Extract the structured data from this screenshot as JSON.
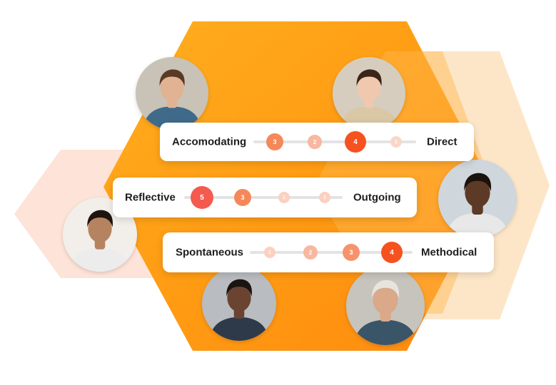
{
  "scales": [
    {
      "left_label": "Accomodating",
      "right_label": "Direct",
      "values": [
        "3",
        "2",
        "4",
        "1"
      ],
      "colors": [
        "#f5885a",
        "#f8b7a0",
        "#f5521f",
        "#fbd6c8"
      ]
    },
    {
      "left_label": "Reflective",
      "right_label": "Outgoing",
      "values": [
        "5",
        "3",
        "1",
        "1"
      ],
      "colors": [
        "#f45a4e",
        "#f5885a",
        "#fbd0bf",
        "#fbd0bf"
      ]
    },
    {
      "left_label": "Spontaneous",
      "right_label": "Methodical",
      "values": [
        "1",
        "2",
        "3",
        "4"
      ],
      "colors": [
        "#fbd0bf",
        "#f8b7a0",
        "#f7936c",
        "#f5521f"
      ]
    }
  ],
  "avatars": [
    {
      "name": "man-plaid-shirt",
      "bg": "#c9c2b6",
      "skin": "#e1b393",
      "hair": "#5a3a24",
      "shirt": "#3f6a8a"
    },
    {
      "name": "woman-glasses",
      "bg": "#d6cdbf",
      "skin": "#efc8ad",
      "hair": "#3a2518",
      "shirt": "#d9c7a6"
    },
    {
      "name": "woman-curly-hair",
      "bg": "#f2eee9",
      "skin": "#b5835f",
      "hair": "#1e1410",
      "shirt": "#ececec"
    },
    {
      "name": "man-smiling",
      "bg": "#cfd6dc",
      "skin": "#5c3a26",
      "hair": "#1a120d",
      "shirt": "#e8e8e8"
    },
    {
      "name": "man-glasses-beard",
      "bg": "#b9bcc0",
      "skin": "#6a4430",
      "hair": "#1b1511",
      "shirt": "#2e3a4a"
    },
    {
      "name": "older-man",
      "bg": "#c7c4bd",
      "skin": "#d9a98a",
      "hair": "#e6e4df",
      "shirt": "#3a5568"
    }
  ]
}
